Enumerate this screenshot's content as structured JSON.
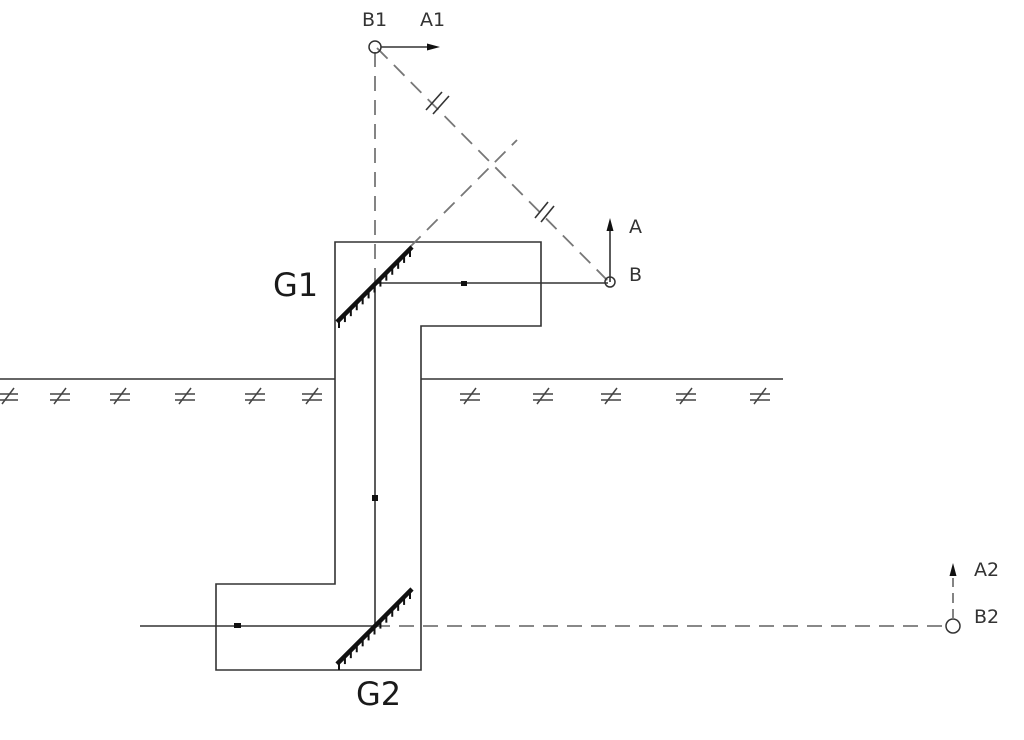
{
  "labels": {
    "b1": "B1",
    "a1": "A1",
    "a": "A",
    "b": "B",
    "g1": "G1",
    "g2": "G2",
    "a2": "A2",
    "b2": "B2"
  },
  "colors": {
    "line": "#333333",
    "dashed": "#777777",
    "mirror": "#111111",
    "background": "#ffffff"
  },
  "marks": {
    "equal_segments": "//"
  }
}
